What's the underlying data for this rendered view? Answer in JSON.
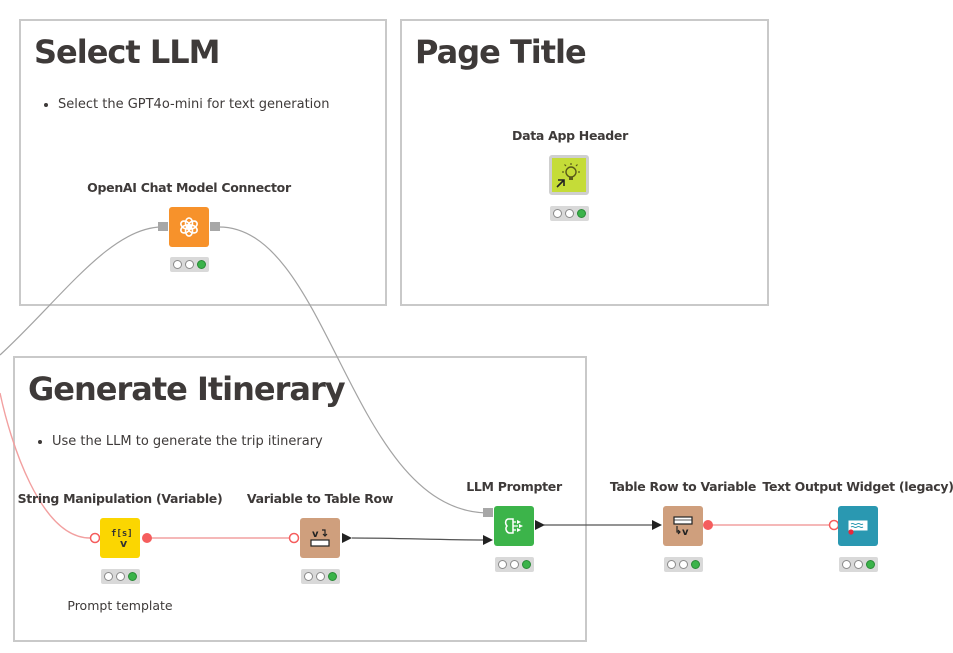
{
  "annotations": {
    "select_llm": {
      "title": "Select LLM",
      "bullet": "Select the GPT4o-mini for text generation"
    },
    "page_title": {
      "title": "Page Title"
    },
    "generate_itinerary": {
      "title": "Generate Itinerary",
      "bullet": "Use the LLM to generate the trip itinerary"
    }
  },
  "nodes": {
    "openai_connector": {
      "label": "OpenAI Chat Model Connector",
      "color": "#f7922b",
      "icon": "openai-icon"
    },
    "data_app_header": {
      "label": "Data App Header",
      "color": "#c5dc38",
      "icon": "lightbulb-icon"
    },
    "string_manipulation": {
      "label": "String Manipulation (Variable)",
      "sublabel": "Prompt template",
      "color": "#fbd601",
      "icon": "string-manipulation-icon"
    },
    "variable_to_table_row": {
      "label": "Variable to Table Row",
      "color": "#cf9f7d",
      "icon": "variable-to-table-icon"
    },
    "llm_prompter": {
      "label": "LLM Prompter",
      "color": "#3cb44a",
      "icon": "llm-prompter-icon"
    },
    "table_row_to_variable": {
      "label": "Table Row to Variable",
      "color": "#cf9f7d",
      "icon": "table-to-variable-icon"
    },
    "text_output_widget": {
      "label": "Text Output Widget (legacy)",
      "color": "#2a98b1",
      "icon": "text-output-widget-icon"
    }
  },
  "colors": {
    "annotation_border": "#c9c9c9",
    "flow_variable_port": "#f55d5d",
    "status_executed": "#3bb34a"
  }
}
